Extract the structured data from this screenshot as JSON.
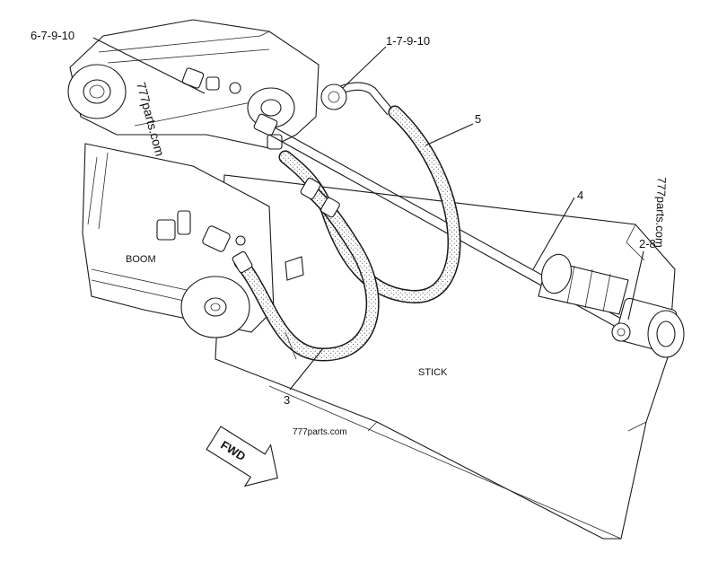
{
  "callouts": {
    "c1": "6-7-9-10",
    "c2": "1-7-9-10",
    "c3": "5",
    "c4": "4",
    "c5": "2-8",
    "c6": "3"
  },
  "labels": {
    "boom": "BOOM",
    "stick": "STICK",
    "fwd": "FWD"
  },
  "watermarks": {
    "w1": "777parts.com",
    "w2": "777parts.com",
    "w3": "777parts.com"
  }
}
